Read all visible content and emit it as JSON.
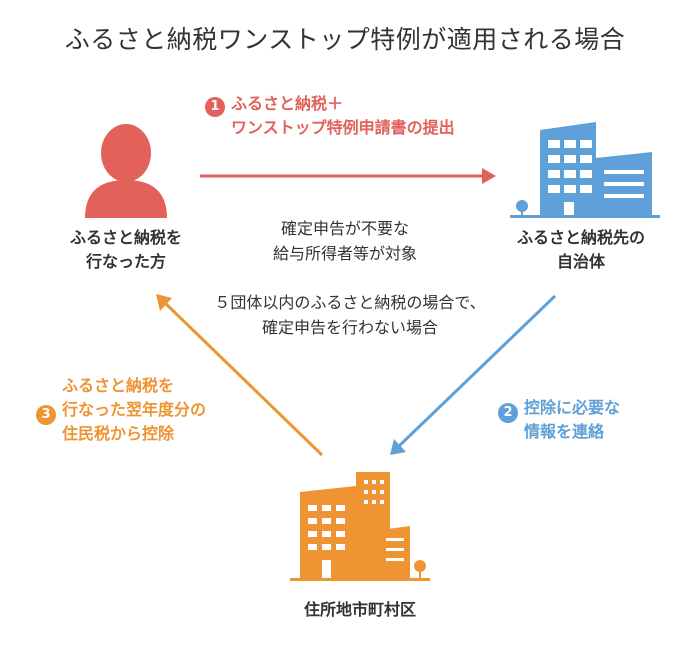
{
  "title": "ふるさと納税ワンストップ特例が適用される場合",
  "nodes": {
    "donor": {
      "line1": "ふるさと納税を",
      "line2": "行なった方",
      "icon": "person-icon"
    },
    "municipality": {
      "line1": "ふるさと納税先の",
      "line2": "自治体",
      "icon": "office-building-icon"
    },
    "residence": {
      "label": "住所地市町村区",
      "icon": "city-buildings-icon"
    }
  },
  "notes": {
    "target": {
      "line1": "確定申告が不要な",
      "line2": "給与所得者等が対象"
    },
    "condition": {
      "line1": "５団体以内のふるさと納税の場合で、",
      "line2": "確定申告を行わない場合"
    }
  },
  "steps": [
    {
      "number": "1",
      "line1": "ふるさと納税＋",
      "line2": "ワンストップ特例申請書の提出",
      "color": "#e2615a"
    },
    {
      "number": "2",
      "line1": "控除に必要な",
      "line2": "情報を連絡",
      "color": "#5ea0d7"
    },
    {
      "number": "3",
      "line1": "ふるさと納税を",
      "line2": "行なった翌年度分の",
      "line3": "住民税から控除",
      "color": "#ef9432"
    }
  ],
  "colors": {
    "red": "#e2615a",
    "blue": "#5ea0d7",
    "orange": "#ef9432",
    "text": "#333333"
  }
}
